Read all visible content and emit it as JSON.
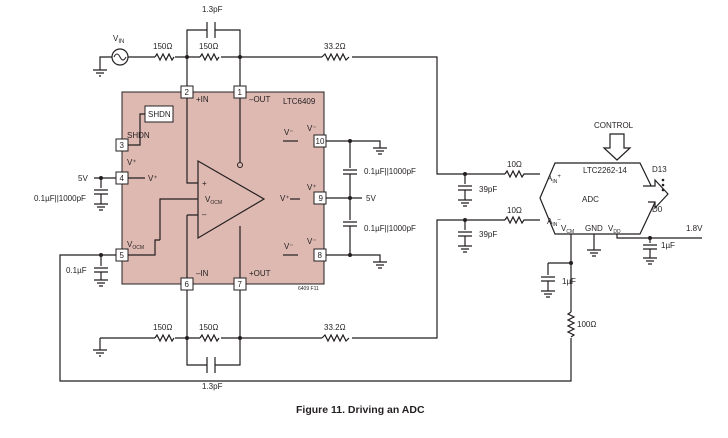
{
  "caption": "Figure 11. Driving an ADC",
  "opamp": {
    "part": "LTC6409",
    "shdn_box": "SHDN",
    "shdn_label": "SHDN",
    "vplus_in": "V⁺",
    "vplus_pin": "V⁺",
    "vplus_left": "V⁺",
    "vminus_pin10": "V⁻",
    "vminus_pin10_wire": "V⁻",
    "vplus_pin9": "V⁺",
    "vplus_pin9_wire": "V⁺",
    "vminus_pin8": "V⁻",
    "vminus_pin8_wire": "V⁻",
    "pin_plus_in": "+IN",
    "pin_minus_out": "–OUT",
    "pin_minus_in": "–IN",
    "pin_plus_out": "+OUT",
    "vocm_pin": "V",
    "vocm_pin_sub": "OCM",
    "vocm_amp": "V",
    "vocm_amp_sub": "OCM",
    "amp_plus": "+",
    "amp_minus": "–",
    "drawing_code": "6409 F11",
    "pins": [
      "1",
      "2",
      "3",
      "4",
      "5",
      "6",
      "7",
      "8",
      "9",
      "10"
    ]
  },
  "source": {
    "label": "V",
    "sub": "IN"
  },
  "components": {
    "r_top_in": "150Ω",
    "r_top_fb": "150Ω",
    "c_top_fb": "1.3pF",
    "r_top_out": "33.2Ω",
    "r_bot_in": "150Ω",
    "r_bot_fb": "150Ω",
    "c_bot_fb": "1.3pF",
    "r_bot_out": "33.2Ω",
    "supply_5v_left": "5V",
    "cap_left_bypass": "0.1µF||1000pF",
    "cap_vocm": "0.1µF",
    "cap_pin10": "0.1µF||1000pF",
    "supply_5v_right": "5V",
    "cap_pin8": "0.1µF||1000pF",
    "cap_filter_top": "39pF",
    "cap_filter_bot": "39pF",
    "r_adc_top": "10Ω",
    "r_adc_bot": "10Ω",
    "cap_vcm": "1µF",
    "r_vcm": "100Ω",
    "cap_vdd": "1µF"
  },
  "adc": {
    "part": "LTC2262-14",
    "name": "ADC",
    "control": "CONTROL",
    "ain_plus": "A",
    "ain_plus_sub": "IN",
    "ain_plus_sup": "+",
    "ain_minus": "A",
    "ain_minus_sub": "IN",
    "ain_minus_sup": "–",
    "vcm": "V",
    "vcm_sub": "CM",
    "gnd": "GND",
    "vdd": "V",
    "vdd_sub": "DD",
    "d13": "D13",
    "d0": "D0",
    "supply": "1.8V"
  }
}
